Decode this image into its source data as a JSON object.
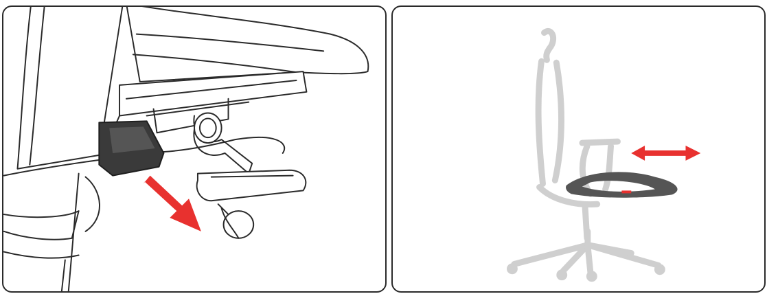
{
  "panels": [
    {
      "name": "lever-detail",
      "icons": [
        "seat-depth-lever-handle",
        "pull-direction-arrow"
      ],
      "colors": {
        "outline": "#2a2a2a",
        "handle": "#3a3a3a",
        "arrow": "#e8312f"
      }
    },
    {
      "name": "chair-seat-depth",
      "icons": [
        "chair-silhouette",
        "seat-pan",
        "slide-direction-arrow"
      ],
      "colors": {
        "chair": "#cfcfcf",
        "seat": "#555555",
        "arrow": "#e8312f"
      }
    }
  ]
}
